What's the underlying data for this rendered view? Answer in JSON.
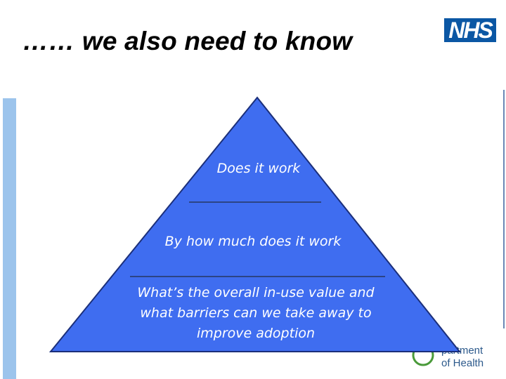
{
  "slide": {
    "title": "…… we also need to know"
  },
  "logos": {
    "nhs": "NHS",
    "dh_line1": "partment",
    "dh_line2": "of Health"
  },
  "pyramid": {
    "tiers": [
      {
        "label": "Does it work"
      },
      {
        "label": "By how much does it work"
      },
      {
        "label": "What’s the overall in-use value and what barriers can we take away to improve adoption"
      }
    ]
  },
  "colors": {
    "pyramid_fill": "#3f6df0",
    "nhs_blue": "#0b57a4",
    "side_bar": "#9cc4ec",
    "text_on_pyramid": "#ffffff"
  }
}
